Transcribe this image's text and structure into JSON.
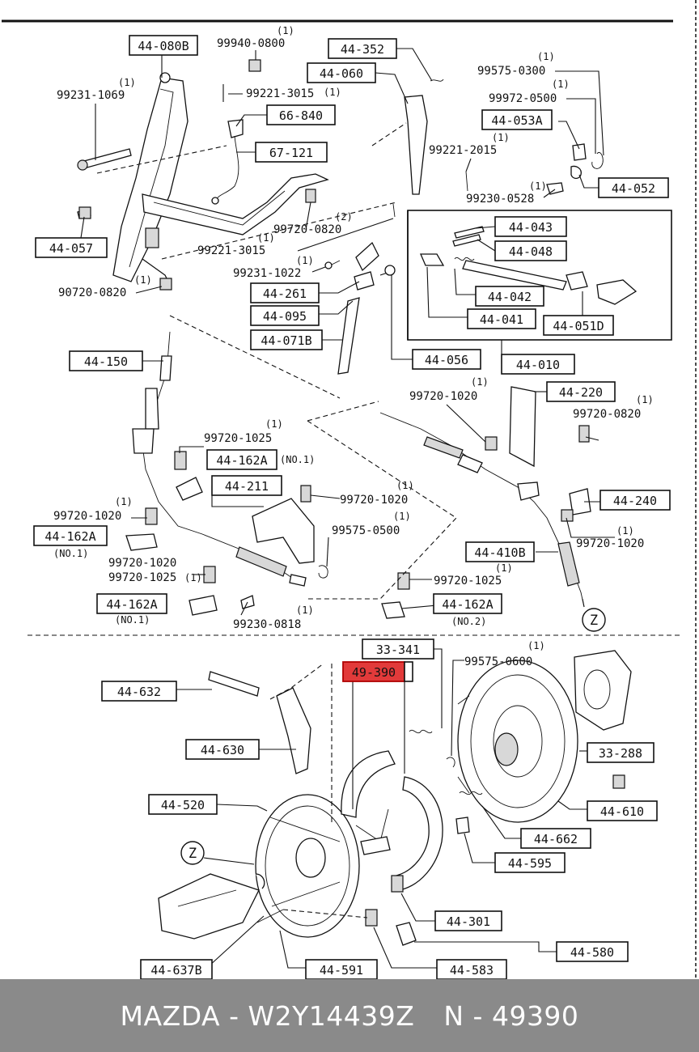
{
  "footer": {
    "brand": "MAZDA",
    "part_number": "W2Y14439Z",
    "ref": "N - 49390"
  },
  "labels": {
    "l_44080B": "44-080B",
    "l_99940": "99940-0800",
    "l_99940q": "(1)",
    "l_44352": "44-352",
    "l_44060": "44-060",
    "l_99231_1069": "99231-1069",
    "l_99231_1069q": "(1)",
    "l_99221_3015a": "99221-3015",
    "l_99221_3015aq": "(1)",
    "l_66840": "66-840",
    "l_67121": "67-121",
    "l_99575_0300": "99575-0300",
    "l_99575_0300q": "(1)",
    "l_99972": "99972-0500",
    "l_99972q": "(1)",
    "l_44053A": "44-053A",
    "l_99221_2015": "99221-2015",
    "l_99221_2015q": "(1)",
    "l_44052": "44-052",
    "l_99230_0528": "99230-0528",
    "l_99230_0528q": "(1)",
    "l_44057": "44-057",
    "l_99720_0820a": "99720-0820",
    "l_99720_0820aq": "(2)",
    "l_99221_3015b": "99221-3015",
    "l_99221_3015bq": "(1)",
    "l_44043": "44-043",
    "l_44048": "44-048",
    "l_99231_1022": "99231-1022",
    "l_99231_1022q": "(1)",
    "l_90720_0820": "90720-0820",
    "l_90720_0820q": "(1)",
    "l_44261": "44-261",
    "l_44042": "44-042",
    "l_44095": "44-095",
    "l_44041": "44-041",
    "l_44051D": "44-051D",
    "l_44071B": "44-071B",
    "l_44150": "44-150",
    "l_44056": "44-056",
    "l_44010": "44-010",
    "l_99720_1020a": "99720-1020",
    "l_99720_1020aq": "(1)",
    "l_44220": "44-220",
    "l_99720_0820b": "99720-0820",
    "l_99720_0820bq": "(1)",
    "l_99720_1025a": "99720-1025",
    "l_99720_1025aq": "(1)",
    "l_44162A_a": "44-162A",
    "l_no1a": "(NO.1)",
    "l_44211": "44-211",
    "l_99720_1020b": "99720-1020",
    "l_99720_1020bq": "(1)",
    "l_44240": "44-240",
    "l_99720_1020c": "99720-1020",
    "l_99720_1020cq": "(1)",
    "l_44162A_b": "44-162A",
    "l_no1b": "(NO.1)",
    "l_99575_0500": "99575-0500",
    "l_99575_0500q": "(1)",
    "l_99720_1020d": "99720-1020",
    "l_99720_1020dq": "(1)",
    "l_44410B": "44-410B",
    "l_99720_1020e": "99720-1020",
    "l_99720_1025b": "99720-1025",
    "l_99720_1025bq": "(1)",
    "l_99720_1025c": "99720-1025",
    "l_99720_1025cq": "(1)",
    "l_44162A_c": "44-162A",
    "l_no1c": "(NO.1)",
    "l_99230_0818": "99230-0818",
    "l_99230_0818q": "(1)",
    "l_44162A_d": "44-162A",
    "l_no2": "(NO.2)",
    "l_Z1": "Z",
    "l_33341": "33-341",
    "l_49390": "49-390",
    "l_99575_0600": "99575-0600",
    "l_99575_0600q": "(1)",
    "l_44632": "44-632",
    "l_44630": "44-630",
    "l_33288": "33-288",
    "l_44520": "44-520",
    "l_44610": "44-610",
    "l_44662": "44-662",
    "l_Z2": "Z",
    "l_44595": "44-595",
    "l_44301": "44-301",
    "l_44580": "44-580",
    "l_44637B": "44-637B",
    "l_44591": "44-591",
    "l_44583": "44-583"
  },
  "colors": {
    "highlight": "#e23a3a",
    "footer_bg": "#8a8a8a",
    "ink": "#111111"
  }
}
